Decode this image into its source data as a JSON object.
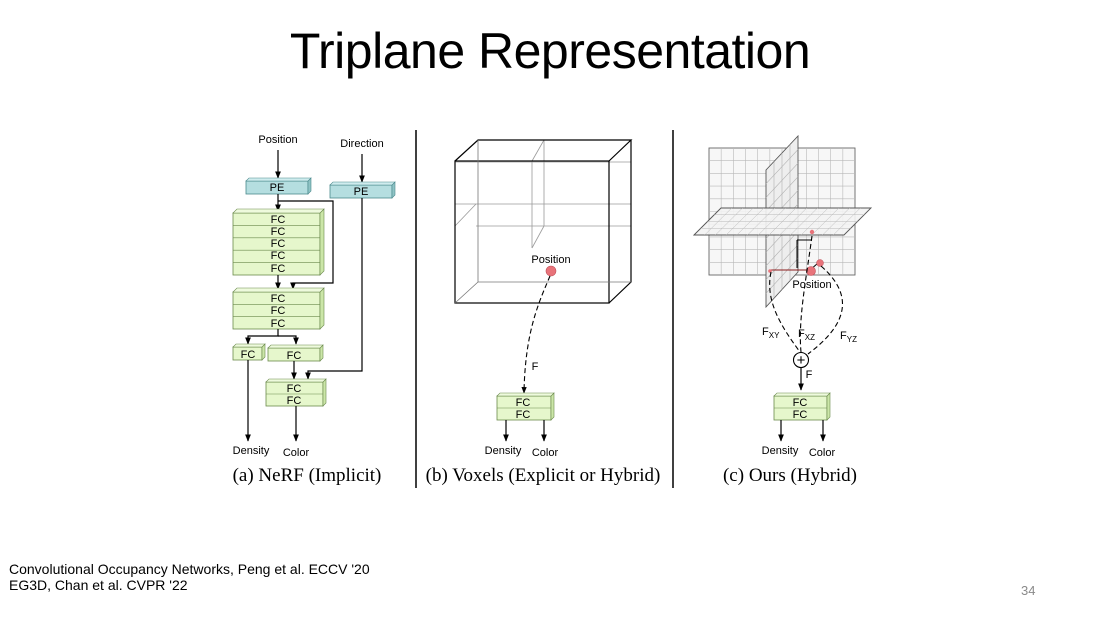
{
  "slide": {
    "title": "Triplane Representation",
    "page_number": "34",
    "references": [
      "Convolutional Occupancy Networks, Peng et al. ECCV '20",
      "EG3D, Chan et al. CVPR '22"
    ]
  },
  "panels": {
    "nerf": {
      "caption": "(a) NeRF (Implicit)",
      "position_label": "Position",
      "direction_label": "Direction",
      "pe_label": "PE",
      "fc_label": "FC",
      "density_label": "Density",
      "color_label": "Color"
    },
    "voxels": {
      "caption": "(b) Voxels (Explicit or Hybrid)",
      "position_label": "Position",
      "feature_label": "F",
      "fc_label": "FC",
      "density_label": "Density",
      "color_label": "Color"
    },
    "ours": {
      "caption": "(c) Ours (Hybrid)",
      "position_label": "Position",
      "f_xy": "F",
      "f_xy_sub": "XY",
      "f_xz": "F",
      "f_xz_sub": "XZ",
      "f_yz": "F",
      "f_yz_sub": "YZ",
      "sum_symbol": "+",
      "feature_label": "F",
      "fc_label": "FC",
      "density_label": "Density",
      "color_label": "Color"
    }
  },
  "colors": {
    "pe_fill": "#b5dee0",
    "fc_fill": "#e6f7cc",
    "point": "#e8737a",
    "line": "#000000",
    "grid": "#b8b8b8"
  }
}
